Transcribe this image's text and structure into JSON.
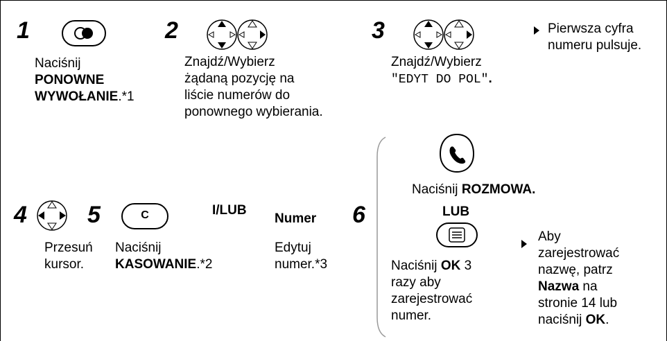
{
  "steps": {
    "s1": {
      "number": "1",
      "lines": [
        "Naciśnij",
        "PONOWNE",
        "WYWOŁANIE"
      ],
      "suffix": ".*1"
    },
    "s2": {
      "number": "2",
      "lines": [
        "Znajdź/Wybierz",
        "żądaną pozycję na",
        "liście numerów do",
        "ponownego wybierania."
      ]
    },
    "s3": {
      "number": "3",
      "line1": "Znajdź/Wybierz",
      "mono": "\"EDYT DO POL\"",
      "end": "."
    },
    "note_top": {
      "lines": [
        "Pierwsza cyfra",
        "numeru pulsuje."
      ]
    },
    "s4": {
      "number": "4",
      "lines": [
        "Przesuń",
        "kursor."
      ]
    },
    "s5": {
      "number": "5",
      "key_label": "C",
      "lines": [
        "Naciśnij",
        "KASOWANIE"
      ],
      "suffix": ".*2"
    },
    "or1": "I/LUB",
    "numer": {
      "title": "Numer",
      "lines": [
        "Edytuj",
        "numer.*3"
      ]
    },
    "s6": {
      "number": "6",
      "press_prefix": "Naciśnij ",
      "press_bold": "ROZMOWA.",
      "or2": "LUB",
      "ok_prefix": "Naciśnij ",
      "ok_bold": "OK",
      "ok_suffix": " 3",
      "ok_lines": [
        "razy aby",
        "zarejestrować",
        "numer."
      ]
    },
    "note_bottom": {
      "lines_plain": [
        "Aby",
        "zarejestrować",
        "nazwę, patrz"
      ],
      "bold_word": "Nazwa",
      "after_bold": " na",
      "line_page": "stronie 14 lub",
      "last_prefix": "naciśnij ",
      "last_bold": "OK",
      "last_suffix": "."
    },
    "icons": {
      "redial": "redial-key-icon",
      "nav": "navigation-key-icon",
      "talk": "talk-key-icon",
      "menu": "menu-ok-key-icon"
    }
  }
}
